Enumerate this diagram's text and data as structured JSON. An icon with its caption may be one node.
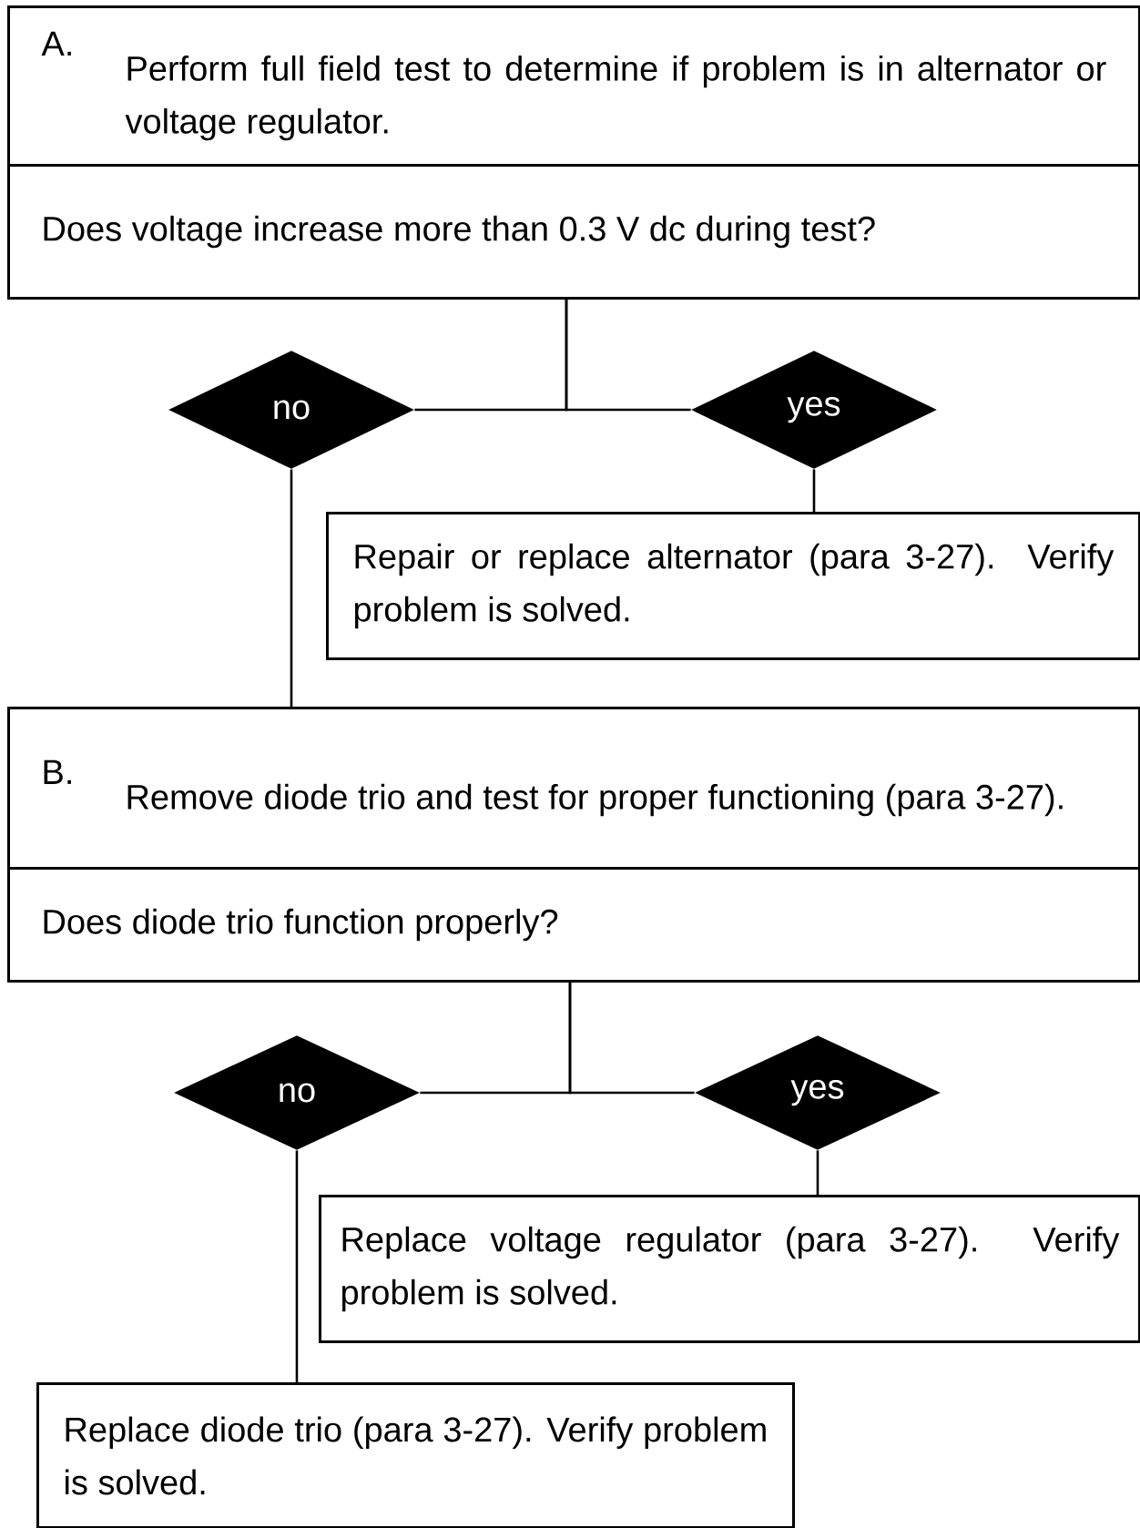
{
  "diagram": {
    "nodes": [
      {
        "text": [
          "A.",
          "Perform full field test to determine if problem is in alternator or voltage regulator."
        ]
      },
      {
        "text": [
          "Does voltage increase more than 0.3 V dc during test?"
        ]
      },
      {
        "text": [
          "no"
        ]
      },
      {
        "text": [
          "yes"
        ]
      },
      {
        "text": [
          "Repair or replace alternator (para 3-27). Verify problem is solved."
        ]
      },
      {
        "text": [
          "B.",
          "Remove diode trio and test for proper functioning (para 3-27)."
        ]
      },
      {
        "text": [
          "Does diode trio function properly?"
        ]
      },
      {
        "text": [
          "no"
        ]
      },
      {
        "text": [
          "yes"
        ]
      },
      {
        "text": [
          "Replace voltage regulator (para 3-27). Verify problem is solved."
        ]
      },
      {
        "text": [
          "Replace diode trio (para 3-27). Verify problem is solved."
        ]
      }
    ],
    "edges": [
      {
        "from": 1,
        "to": 2,
        "arrow": "none"
      },
      {
        "from": 1,
        "to": 3,
        "arrow": "none"
      },
      {
        "from": 3,
        "to": 4,
        "arrow": "none"
      },
      {
        "from": 2,
        "to": 5,
        "arrow": "none"
      },
      {
        "from": 6,
        "to": 7,
        "arrow": "none"
      },
      {
        "from": 6,
        "to": 8,
        "arrow": "none"
      },
      {
        "from": 8,
        "to": 9,
        "arrow": "none"
      },
      {
        "from": 7,
        "to": 10,
        "arrow": "none"
      }
    ]
  }
}
